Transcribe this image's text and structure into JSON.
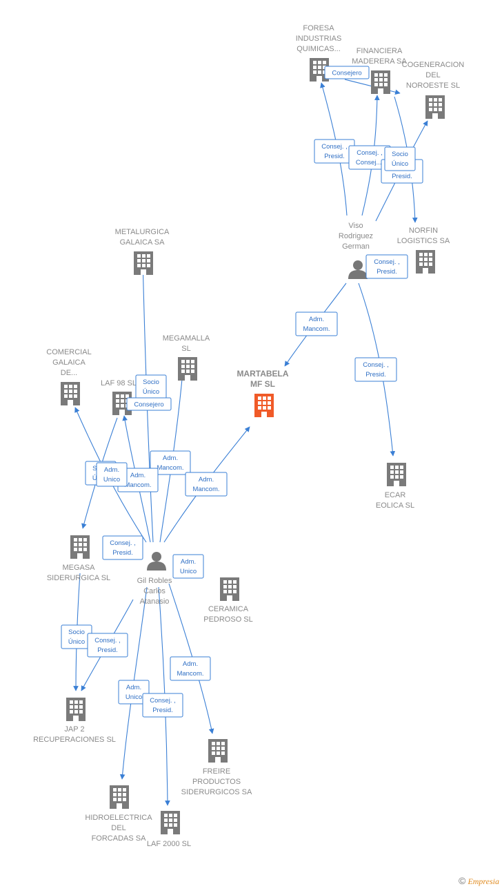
{
  "companies": [
    {
      "id": "foresa",
      "lines": [
        "FORESA",
        "INDUSTRIAS",
        "QUIMICAS..."
      ]
    },
    {
      "id": "financiera",
      "lines": [
        "FINANCIERA",
        "MADERERA SA"
      ]
    },
    {
      "id": "cogeneracion",
      "lines": [
        "COGENERACION",
        "DEL",
        "NOROESTE SL"
      ]
    },
    {
      "id": "norfin",
      "lines": [
        "NORFIN",
        "LOGISTICS SA"
      ]
    },
    {
      "id": "metalurgica",
      "lines": [
        "METALURGICA",
        "GALAICA SA"
      ]
    },
    {
      "id": "megamalla",
      "lines": [
        "MEGAMALLA",
        "SL"
      ]
    },
    {
      "id": "comercial",
      "lines": [
        "COMERCIAL",
        "GALAICA",
        "DE..."
      ]
    },
    {
      "id": "laf98",
      "lines": [
        "LAF 98 SL"
      ]
    },
    {
      "id": "martabela",
      "lines": [
        "MARTABELA",
        "MF  SL"
      ],
      "main": true
    },
    {
      "id": "ecar",
      "lines": [
        "ECAR",
        "EOLICA SL"
      ]
    },
    {
      "id": "megasa",
      "lines": [
        "MEGASA",
        "SIDERURGICA SL"
      ]
    },
    {
      "id": "ceramica",
      "lines": [
        "CERAMICA",
        "PEDROSO  SL"
      ]
    },
    {
      "id": "jap2",
      "lines": [
        "JAP 2",
        "RECUPERACIONES SL"
      ]
    },
    {
      "id": "freire",
      "lines": [
        "FREIRE",
        "PRODUCTOS",
        "SIDERURGICOS SA"
      ]
    },
    {
      "id": "hidroelectrica",
      "lines": [
        "HIDROELECTRICA",
        "DEL",
        "FORCADAS SA"
      ]
    },
    {
      "id": "laf2000",
      "lines": [
        "LAF 2000 SL"
      ]
    }
  ],
  "persons": [
    {
      "id": "viso",
      "lines": [
        "Viso",
        "Rodriguez",
        "German"
      ]
    },
    {
      "id": "gil",
      "lines": [
        "Gil Robles",
        "Carlos",
        "Atanasio"
      ]
    }
  ],
  "relations": [
    {
      "id": "r1",
      "lines": [
        "Consejero"
      ]
    },
    {
      "id": "r2",
      "lines": [
        "Consej. ,",
        "Presid."
      ]
    },
    {
      "id": "r3",
      "lines": [
        "Consej. ,",
        "Consej...."
      ]
    },
    {
      "id": "r4",
      "lines": [
        "Consej. ,",
        "Presid."
      ]
    },
    {
      "id": "r5",
      "lines": [
        "Socio",
        "Único"
      ]
    },
    {
      "id": "r6",
      "lines": [
        "Consej. ,",
        "Presid."
      ]
    },
    {
      "id": "r7",
      "lines": [
        "Adm.",
        "Mancom."
      ]
    },
    {
      "id": "r8",
      "lines": [
        "Consej. ,",
        "Presid."
      ]
    },
    {
      "id": "r9",
      "lines": [
        "Socio",
        "Único"
      ]
    },
    {
      "id": "r10",
      "lines": [
        "Consejero"
      ]
    },
    {
      "id": "r11",
      "lines": [
        "Adm.",
        "Mancom."
      ]
    },
    {
      "id": "r12",
      "lines": [
        "Adm.",
        "Mancom."
      ]
    },
    {
      "id": "r13",
      "lines": [
        "Socio",
        "Único"
      ]
    },
    {
      "id": "r14",
      "lines": [
        "Adm.",
        "Mancom."
      ]
    },
    {
      "id": "r15",
      "lines": [
        "Adm.",
        "Unico"
      ]
    },
    {
      "id": "r16",
      "lines": [
        "Consej. ,",
        "Presid."
      ]
    },
    {
      "id": "r17",
      "lines": [
        "Adm.",
        "Unico"
      ]
    },
    {
      "id": "r18",
      "lines": [
        "Socio",
        "Único"
      ]
    },
    {
      "id": "r19",
      "lines": [
        "Consej. ,",
        "Presid."
      ]
    },
    {
      "id": "r20",
      "lines": [
        "Adm.",
        "Mancom."
      ]
    },
    {
      "id": "r21",
      "lines": [
        "Adm.",
        "Unico"
      ]
    },
    {
      "id": "r22",
      "lines": [
        "Consej. ,",
        "Presid."
      ]
    }
  ],
  "footer": {
    "symbol": "©",
    "brand": "Empresia"
  },
  "colors": {
    "edge": "#3a7fd5",
    "building": "#7a7a7a",
    "building_main": "#f05a28",
    "person": "#777777"
  }
}
